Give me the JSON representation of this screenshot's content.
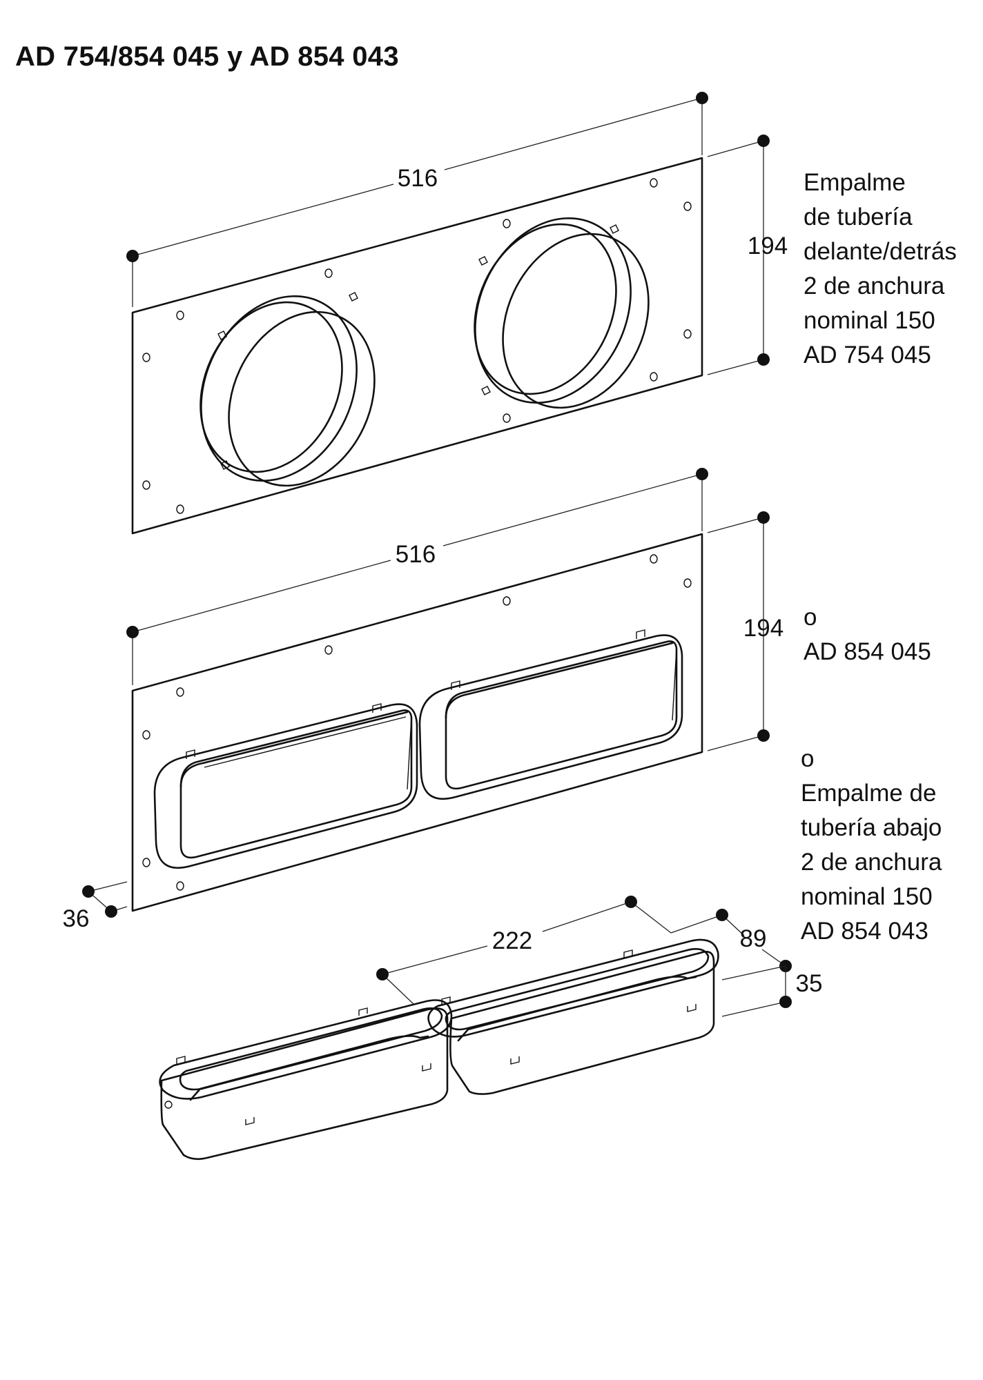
{
  "title": "AD 754/854 045 y AD 854 043",
  "dimensions": {
    "top_width": "516",
    "top_height": "194",
    "mid_width": "516",
    "mid_height": "194",
    "mid_depth": "36",
    "bottom_width": "222",
    "bottom_depth": "89",
    "bottom_height": "35"
  },
  "option_1": {
    "lines": [
      "Empalme",
      "de tubería",
      "delante/detrás",
      "2 de anchura",
      "nominal 150",
      "AD 754 045"
    ]
  },
  "option_2": {
    "lines": [
      "o",
      "AD 854 045"
    ]
  },
  "option_3": {
    "lines": [
      "o",
      "Empalme de",
      "tubería abajo",
      "2 de anchura",
      "nominal 150",
      "AD 854 043"
    ]
  }
}
